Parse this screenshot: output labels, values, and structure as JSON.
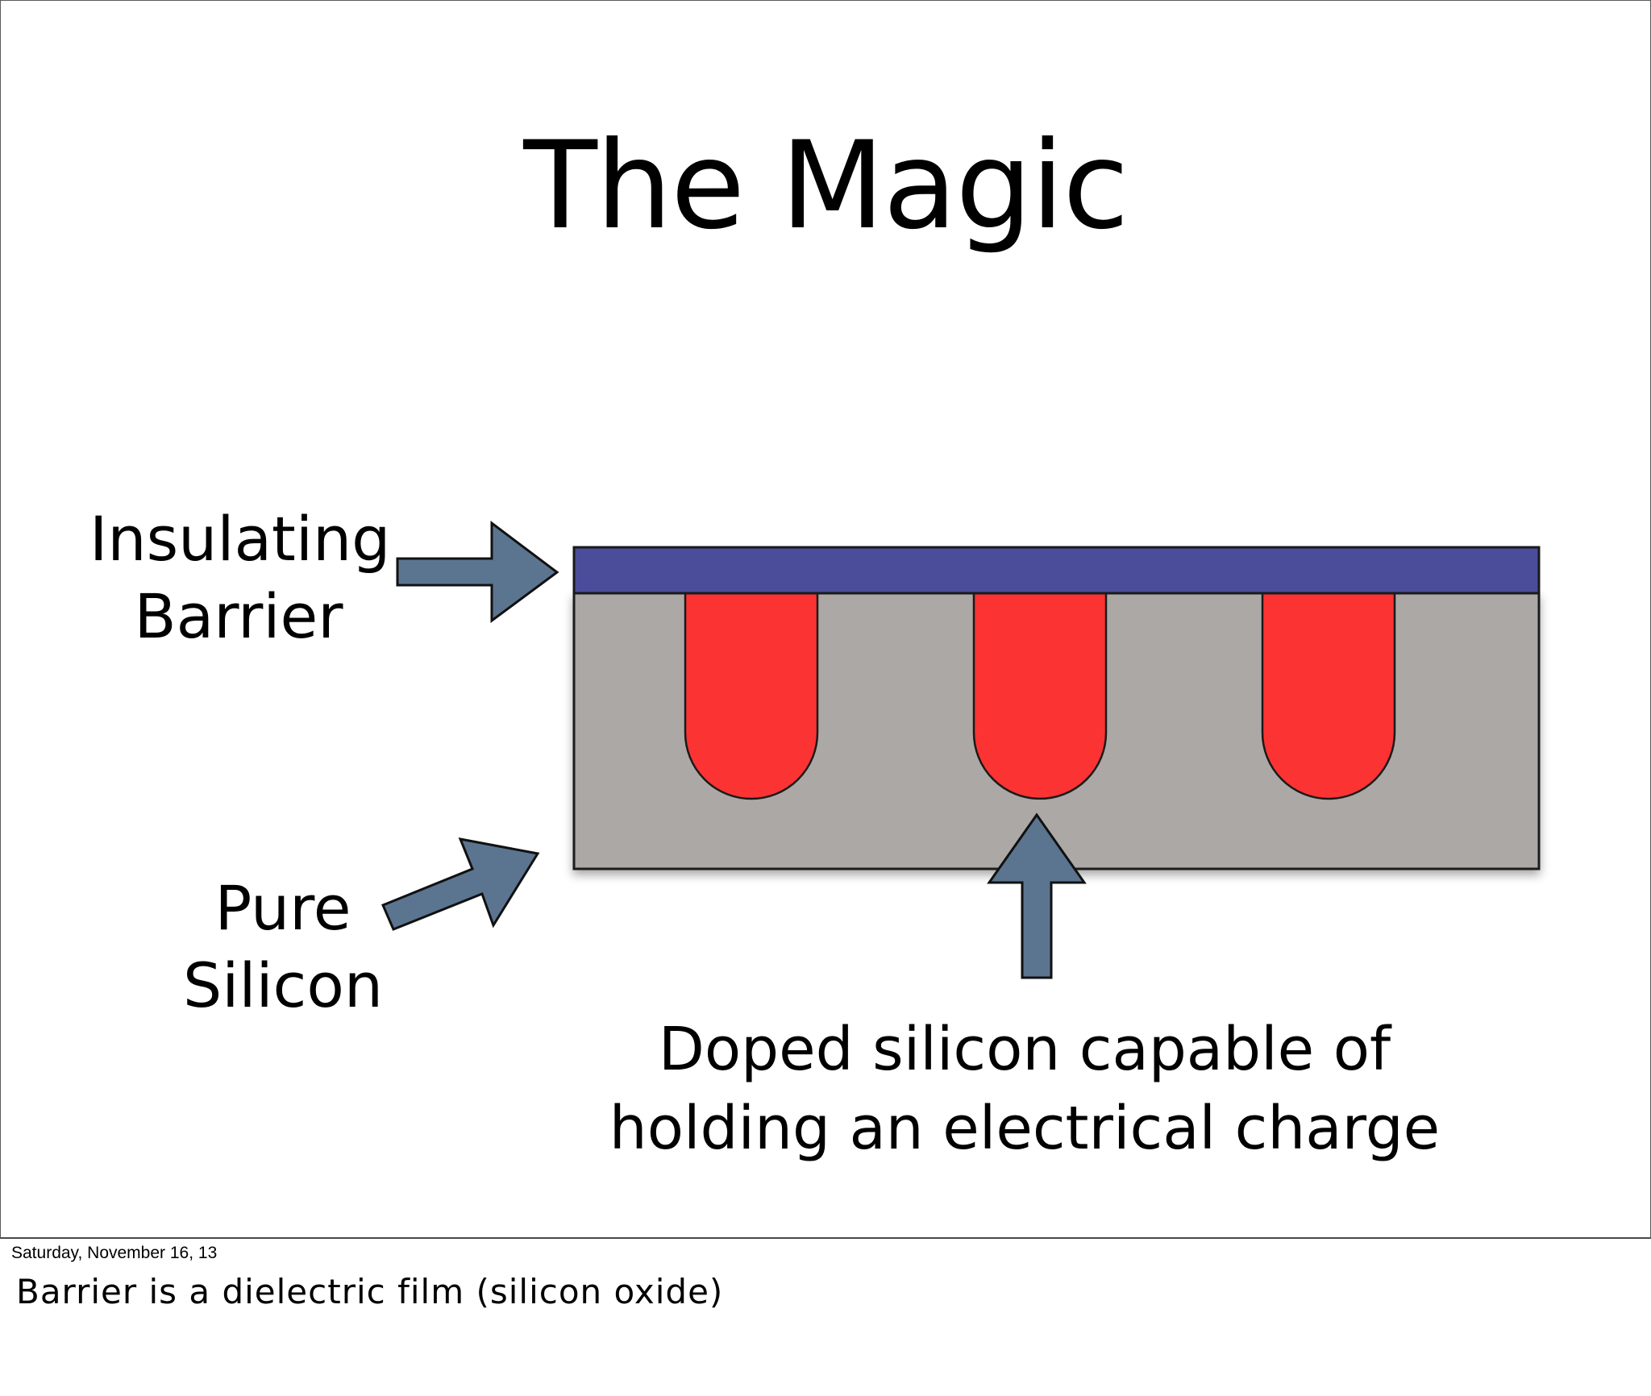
{
  "slide": {
    "title": "The Magic",
    "labels": {
      "insulating_barrier": [
        "Insulating",
        "Barrier"
      ],
      "pure_silicon": [
        "Pure",
        "Silicon"
      ],
      "doped_silicon": [
        "Doped silicon capable of",
        "holding an electrical charge"
      ]
    },
    "colors": {
      "barrier": "#4b4d9b",
      "silicon": "#aba8a5",
      "doped": "#fb3333",
      "arrow": "#5b7590"
    }
  },
  "footer": {
    "timestamp": "Saturday, November 16, 13",
    "notes": "Barrier is a dielectric film (silicon oxide)"
  }
}
